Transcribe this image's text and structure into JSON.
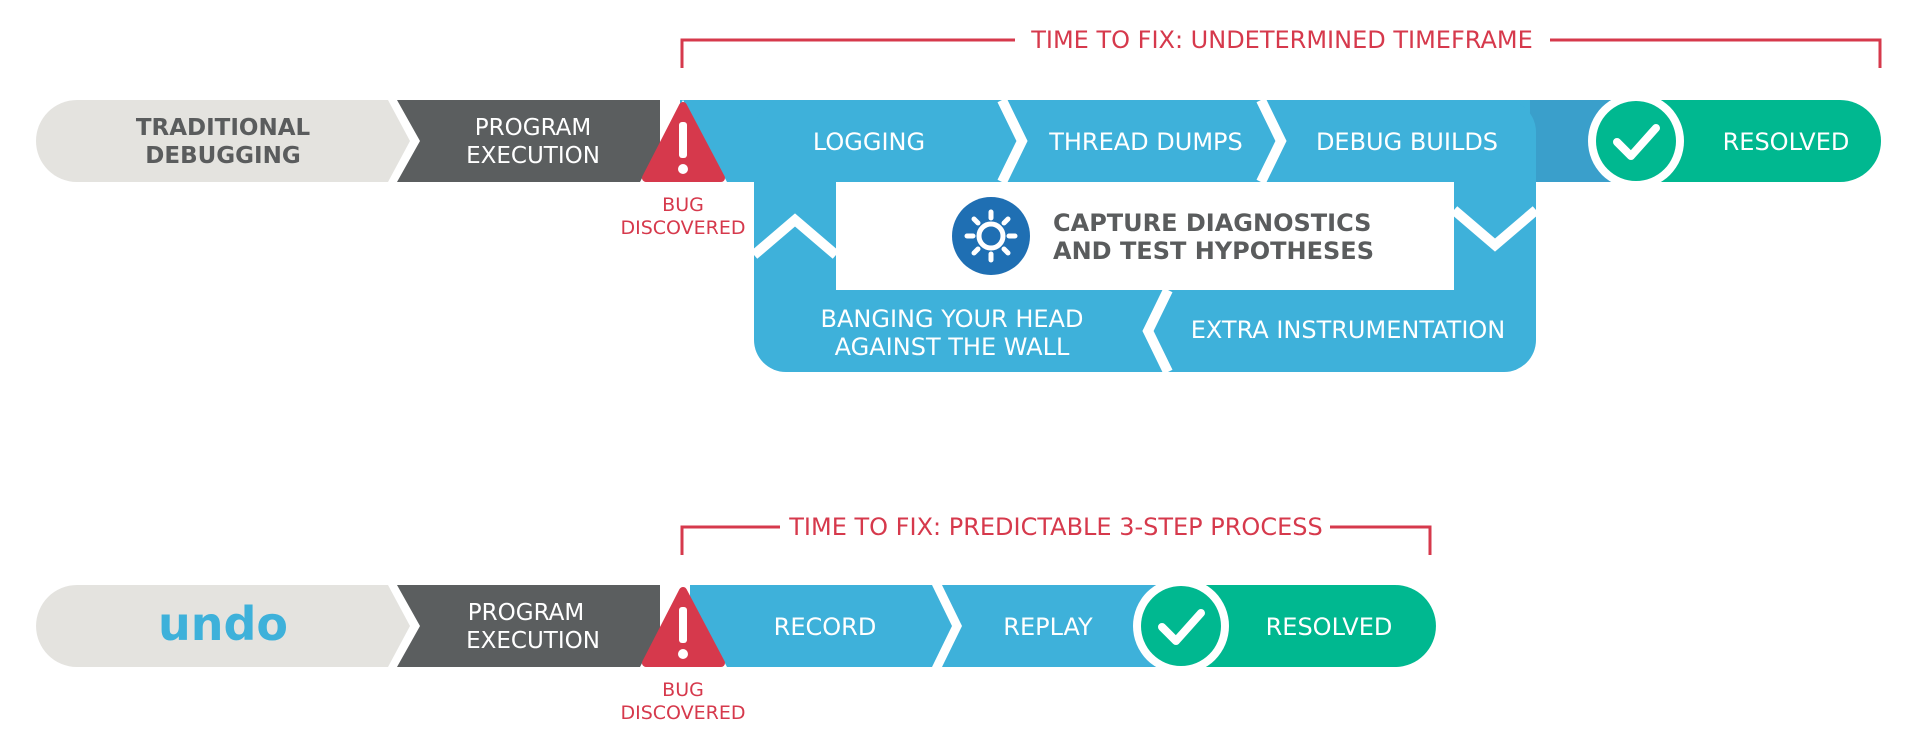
{
  "colors": {
    "grey_light": "#e4e3df",
    "grey_dark": "#5b5e5f",
    "blue": "#3eb1da",
    "green": "#00b890",
    "red": "#d6394c",
    "white": "#ffffff",
    "dark_text": "#5a5c5d",
    "gear_blue": "#1f6fb3",
    "undo_blue": "#3eb1da"
  },
  "traditional": {
    "time_to_fix": "TIME TO FIX: UNDETERMINED TIMEFRAME",
    "start_label_line1": "TRADITIONAL",
    "start_label_line2": "DEBUGGING",
    "program_line1": "PROGRAM",
    "program_line2": "EXECUTION",
    "bug_line1": "BUG",
    "bug_line2": "DISCOVERED",
    "step_logging": "LOGGING",
    "step_thread_dumps": "THREAD DUMPS",
    "step_debug_builds": "DEBUG BUILDS",
    "center_line1": "CAPTURE DIAGNOSTICS",
    "center_line2": "AND TEST HYPOTHESES",
    "step_banging_line1": "BANGING YOUR HEAD",
    "step_banging_line2": "AGAINST THE WALL",
    "step_extra": "EXTRA INSTRUMENTATION",
    "resolved": "RESOLVED",
    "warning_icon": "warning-icon",
    "check_icon": "check-icon",
    "gear_icon": "gear-icon"
  },
  "undo": {
    "time_to_fix": "TIME TO FIX: PREDICTABLE 3-STEP PROCESS",
    "logo": "undo",
    "program_line1": "PROGRAM",
    "program_line2": "EXECUTION",
    "bug_line1": "BUG",
    "bug_line2": "DISCOVERED",
    "step_record": "RECORD",
    "step_replay": "REPLAY",
    "resolved": "RESOLVED",
    "warning_icon": "warning-icon",
    "check_icon": "check-icon"
  }
}
